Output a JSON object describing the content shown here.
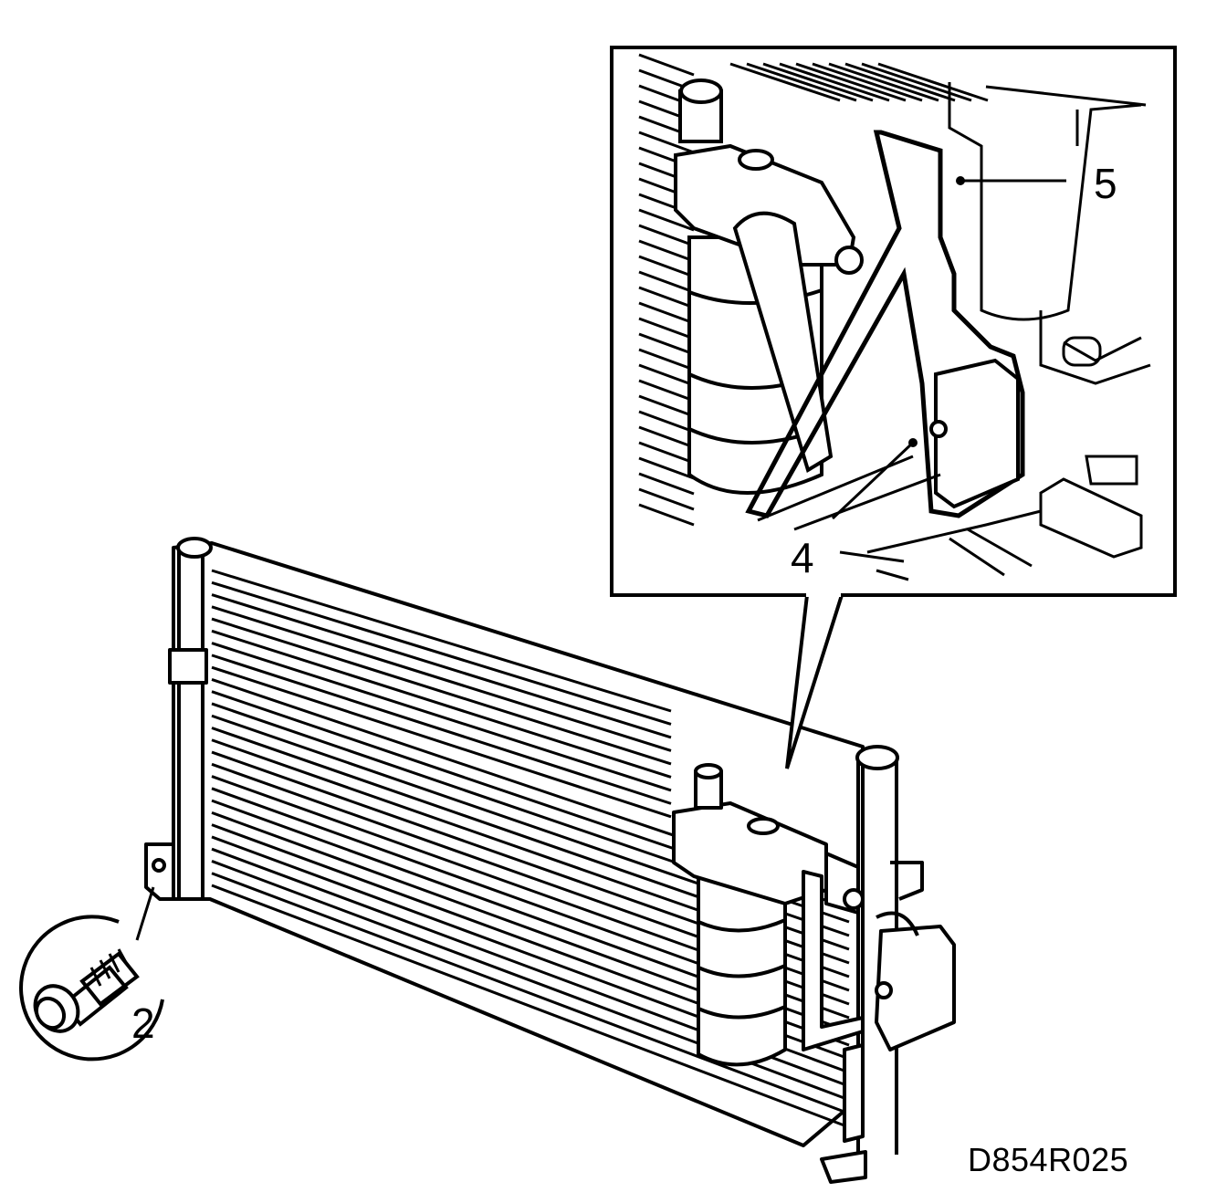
{
  "callouts": {
    "two": "2",
    "four": "4",
    "five": "5"
  },
  "figure_code": "D854R025",
  "colors": {
    "line": "#000000",
    "background": "#ffffff"
  }
}
